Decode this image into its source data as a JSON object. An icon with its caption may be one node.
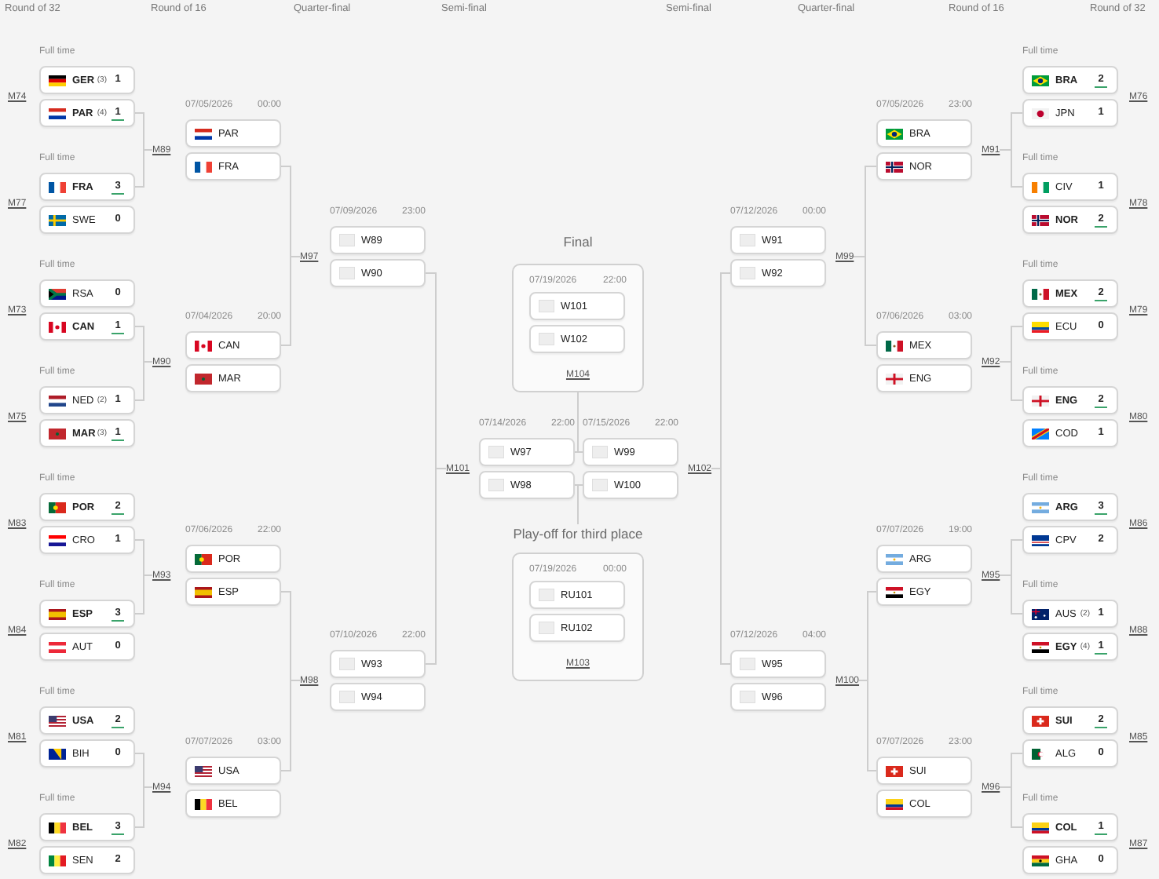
{
  "diagram": {
    "nodes": [
      {
        "text": [
          "GER",
          "(3)",
          "1"
        ],
        "beside": [
          "Full time"
        ]
      },
      {
        "text": [
          "PAR",
          "(4)",
          "1"
        ]
      },
      {
        "text": [
          "FRA",
          "3"
        ],
        "beside": [
          "Full time"
        ]
      },
      {
        "text": [
          "SWE",
          "0"
        ]
      },
      {
        "text": [
          "RSA",
          "0"
        ],
        "beside": [
          "Full time"
        ]
      },
      {
        "text": [
          "CAN",
          "1"
        ]
      },
      {
        "text": [
          "NED",
          "(2)",
          "1"
        ],
        "beside": [
          "Full time"
        ]
      },
      {
        "text": [
          "MAR",
          "(3)",
          "1"
        ]
      },
      {
        "text": [
          "POR",
          "2"
        ],
        "beside": [
          "Full time"
        ]
      },
      {
        "text": [
          "CRO",
          "1"
        ]
      },
      {
        "text": [
          "ESP",
          "3"
        ],
        "beside": [
          "Full time"
        ]
      },
      {
        "text": [
          "AUT",
          "0"
        ]
      },
      {
        "text": [
          "USA",
          "2"
        ],
        "beside": [
          "Full time"
        ]
      },
      {
        "text": [
          "BIH",
          "0"
        ]
      },
      {
        "text": [
          "BEL",
          "3"
        ],
        "beside": [
          "Full time"
        ]
      },
      {
        "text": [
          "SEN",
          "2"
        ]
      },
      {
        "text": [
          "M89"
        ]
      },
      {
        "text": [
          "PAR"
        ],
        "beside": [
          "07/05/2026",
          "00:00"
        ]
      },
      {
        "text": [
          "FRA"
        ]
      },
      {
        "text": [
          "M90"
        ]
      },
      {
        "text": [
          "CAN"
        ],
        "beside": [
          "07/04/2026",
          "20:00"
        ]
      },
      {
        "text": [
          "MAR"
        ]
      },
      {
        "text": [
          "M93"
        ]
      },
      {
        "text": [
          "POR"
        ],
        "beside": [
          "07/06/2026",
          "22:00"
        ]
      },
      {
        "text": [
          "ESP"
        ]
      },
      {
        "text": [
          "M94"
        ]
      },
      {
        "text": [
          "USA"
        ],
        "beside": [
          "07/07/2026",
          "03:00"
        ]
      },
      {
        "text": [
          "BEL"
        ]
      },
      {
        "text": [
          "M97"
        ]
      },
      {
        "text": [
          "W89"
        ],
        "beside": [
          "07/09/2026",
          "23:00"
        ]
      },
      {
        "text": [
          "W90"
        ]
      },
      {
        "text": [
          "M98"
        ]
      },
      {
        "text": [
          "W93"
        ],
        "beside": [
          "07/10/2026",
          "22:00"
        ]
      },
      {
        "text": [
          "W94"
        ]
      },
      {
        "text": [
          "M101"
        ]
      },
      {
        "text": [
          "W97"
        ],
        "beside": [
          "07/14/2026",
          "22:00"
        ]
      },
      {
        "text": [
          "W98"
        ]
      },
      {
        "text": [
          "Final",
          "07/19/2026",
          "22:00",
          "M104"
        ]
      },
      {
        "text": [
          "W101"
        ],
        "in": 37
      },
      {
        "text": [
          "W102"
        ],
        "in": 37
      },
      {
        "text": [
          "Play-off for third place",
          "07/19/2026",
          "00:00",
          "M103"
        ]
      },
      {
        "text": [
          "RU101"
        ],
        "in": 40
      },
      {
        "text": [
          "RU102"
        ],
        "in": 40
      },
      {
        "text": [
          "W99"
        ],
        "beside": [
          "07/15/2026",
          "22:00"
        ]
      },
      {
        "text": [
          "W100"
        ]
      },
      {
        "text": [
          "M102"
        ]
      },
      {
        "text": [
          "W91"
        ],
        "beside": [
          "07/12/2026",
          "00:00"
        ]
      },
      {
        "text": [
          "W92"
        ]
      },
      {
        "text": [
          "M99"
        ]
      },
      {
        "text": [
          "W95"
        ],
        "beside": [
          "07/12/2026",
          "04:00"
        ]
      },
      {
        "text": [
          "W96"
        ]
      },
      {
        "text": [
          "M100"
        ]
      },
      {
        "text": [
          "BRA"
        ],
        "beside": [
          "07/05/2026",
          "23:00"
        ]
      },
      {
        "text": [
          "NOR"
        ]
      },
      {
        "text": [
          "M91"
        ]
      },
      {
        "text": [
          "MEX"
        ],
        "beside": [
          "07/06/2026",
          "03:00"
        ]
      },
      {
        "text": [
          "ENG"
        ]
      },
      {
        "text": [
          "M92"
        ]
      },
      {
        "text": [
          "ARG"
        ],
        "beside": [
          "07/07/2026",
          "19:00"
        ]
      },
      {
        "text": [
          "EGY"
        ]
      },
      {
        "text": [
          "M95"
        ]
      },
      {
        "text": [
          "SUI"
        ],
        "beside": [
          "07/07/2026",
          "23:00"
        ]
      },
      {
        "text": [
          "COL"
        ]
      },
      {
        "text": [
          "M96"
        ]
      },
      {
        "text": [
          "BRA",
          "2"
        ],
        "beside": [
          "Full time"
        ]
      },
      {
        "text": [
          "JPN",
          "1"
        ]
      },
      {
        "text": [
          "CIV",
          "1"
        ],
        "beside": [
          "Full time"
        ]
      },
      {
        "text": [
          "NOR",
          "2"
        ]
      },
      {
        "text": [
          "MEX",
          "2"
        ],
        "beside": [
          "Full time"
        ]
      },
      {
        "text": [
          "ECU",
          "0"
        ]
      },
      {
        "text": [
          "ENG",
          "2"
        ],
        "beside": [
          "Full time"
        ]
      },
      {
        "text": [
          "COD",
          "1"
        ]
      },
      {
        "text": [
          "ARG",
          "3"
        ],
        "beside": [
          "Full time"
        ]
      },
      {
        "text": [
          "CPV",
          "2"
        ]
      },
      {
        "text": [
          "AUS",
          "(2)",
          "1"
        ],
        "beside": [
          "Full time"
        ]
      },
      {
        "text": [
          "EGY",
          "(4)",
          "1"
        ]
      },
      {
        "text": [
          "SUI",
          "2"
        ],
        "beside": [
          "Full time"
        ]
      },
      {
        "text": [
          "ALG",
          "0"
        ]
      },
      {
        "text": [
          "COL",
          "1"
        ],
        "beside": [
          "Full time"
        ]
      },
      {
        "text": [
          "GHA",
          "0"
        ]
      }
    ],
    "edges": [
      {
        "from": 1,
        "to": 16,
        "arrow": "none"
      },
      {
        "from": 2,
        "to": 16,
        "arrow": "none"
      },
      {
        "from": 5,
        "to": 19,
        "arrow": "none"
      },
      {
        "from": 6,
        "to": 19,
        "arrow": "none"
      },
      {
        "from": 9,
        "to": 22,
        "arrow": "none"
      },
      {
        "from": 10,
        "to": 22,
        "arrow": "none"
      },
      {
        "from": 13,
        "to": 25,
        "arrow": "none"
      },
      {
        "from": 14,
        "to": 25,
        "arrow": "none"
      },
      {
        "from": 18,
        "to": 28,
        "arrow": "none"
      },
      {
        "from": 20,
        "to": 28,
        "arrow": "none"
      },
      {
        "from": 24,
        "to": 31,
        "arrow": "none"
      },
      {
        "from": 26,
        "to": 31,
        "arrow": "none"
      },
      {
        "from": 30,
        "to": 34,
        "arrow": "none"
      },
      {
        "from": 32,
        "to": 34,
        "arrow": "none"
      },
      {
        "from": 35,
        "to": 37,
        "arrow": "none"
      },
      {
        "from": 43,
        "to": 37,
        "arrow": "none"
      },
      {
        "from": 36,
        "to": 40,
        "arrow": "none"
      },
      {
        "from": 44,
        "to": 40,
        "arrow": "none"
      },
      {
        "from": 47,
        "to": 45,
        "arrow": "none"
      },
      {
        "from": 49,
        "to": 45,
        "arrow": "none"
      },
      {
        "from": 53,
        "to": 48,
        "arrow": "none"
      },
      {
        "from": 55,
        "to": 48,
        "arrow": "none"
      },
      {
        "from": 59,
        "to": 51,
        "arrow": "none"
      },
      {
        "from": 61,
        "to": 51,
        "arrow": "none"
      },
      {
        "from": 65,
        "to": 54,
        "arrow": "none"
      },
      {
        "from": 66,
        "to": 54,
        "arrow": "none"
      },
      {
        "from": 69,
        "to": 57,
        "arrow": "none"
      },
      {
        "from": 70,
        "to": 57,
        "arrow": "none"
      },
      {
        "from": 73,
        "to": 60,
        "arrow": "none"
      },
      {
        "from": 74,
        "to": 60,
        "arrow": "none"
      },
      {
        "from": 77,
        "to": 63,
        "arrow": "none"
      },
      {
        "from": 78,
        "to": 63,
        "arrow": "none"
      }
    ],
    "labels": [
      "Round of 32",
      "Round of 16",
      "Quarter-final",
      "Semi-final",
      "Semi-final",
      "Quarter-final",
      "Round of 16",
      "Round of 32",
      "M74",
      "M77",
      "M73",
      "M75",
      "M83",
      "M84",
      "M81",
      "M82",
      "M76",
      "M78",
      "M79",
      "M80",
      "M86",
      "M88",
      "M85",
      "M87"
    ]
  }
}
